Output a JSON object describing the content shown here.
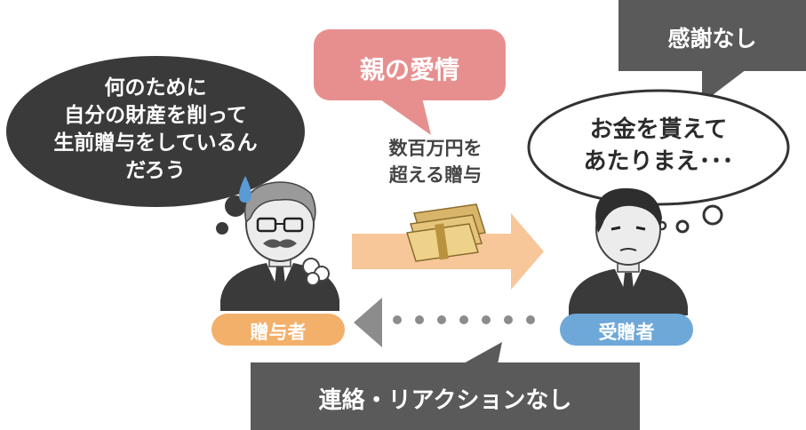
{
  "giver": {
    "thought_lines": [
      "何のために",
      "自分の財産を削って",
      "生前贈与をしているん",
      "だろう"
    ],
    "role_label": "贈与者"
  },
  "receiver": {
    "thought_lines": [
      "お金を貰えて",
      "あたりまえ･･･"
    ],
    "role_label": "受贈者"
  },
  "callouts": {
    "parents_love": "親の愛情",
    "no_gratitude": "感謝なし",
    "no_contact": "連絡・リアクションなし"
  },
  "transfer": {
    "lines": [
      "数百万円を",
      "超える贈与"
    ]
  },
  "colors": {
    "giver_badge": "#f3b06a",
    "receiver_badge": "#6da8d9",
    "pink_callout": "#e78f8f",
    "gray_callout": "#5a5a5a",
    "arrow_orange": "#f7c79a",
    "back_dots": "#8c8c8c"
  }
}
